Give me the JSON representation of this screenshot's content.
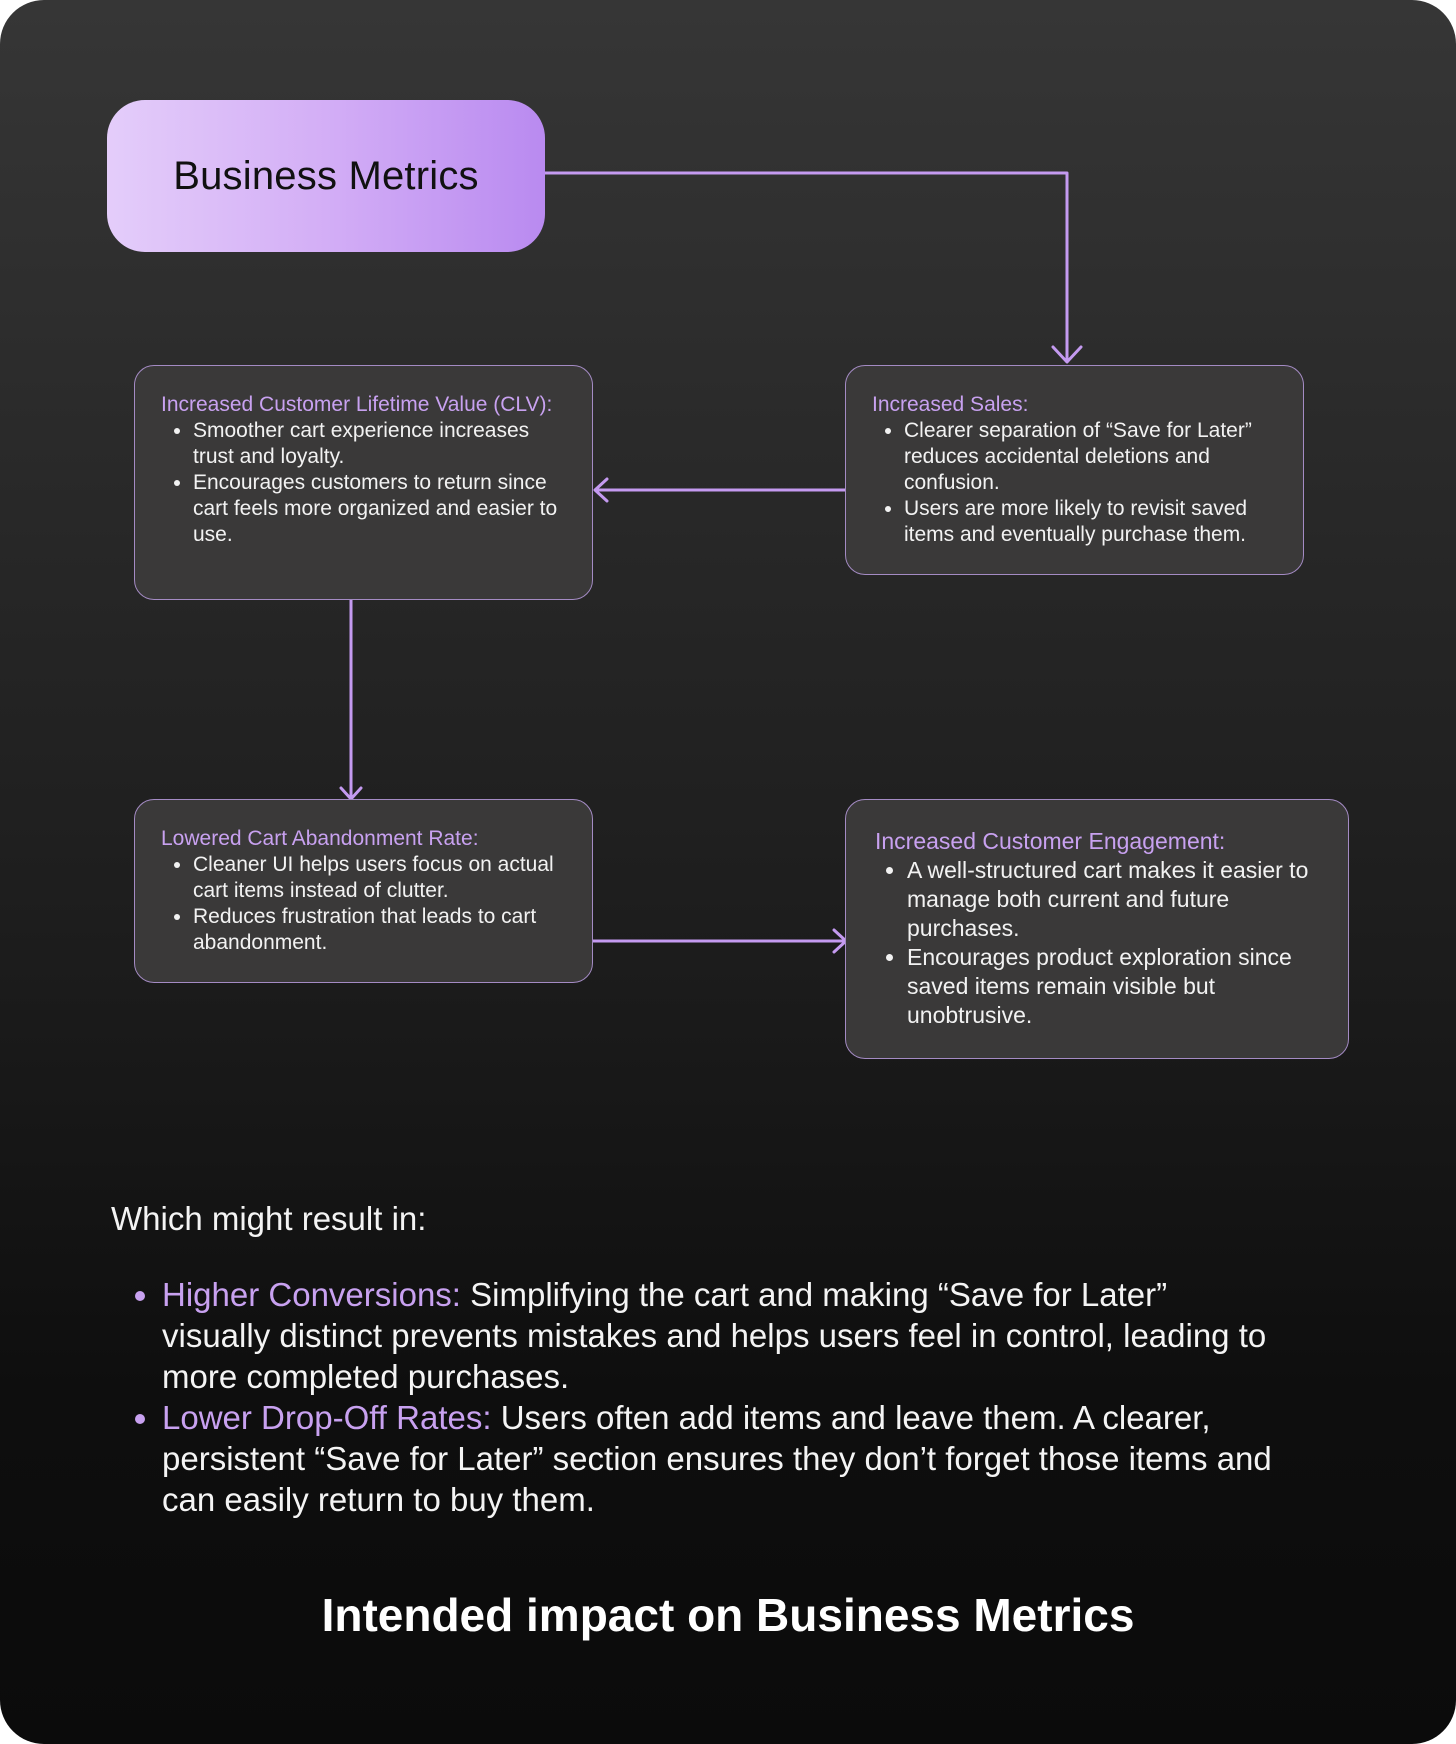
{
  "pill": {
    "label": "Business Metrics"
  },
  "boxes": {
    "clv": {
      "heading": "Increased Customer Lifetime Value (CLV):",
      "items": [
        "Smoother cart experience increases trust and loyalty.",
        "Encourages customers to return since cart feels more organized and easier to use."
      ]
    },
    "sales": {
      "heading": "Increased Sales:",
      "items": [
        "Clearer separation of “Save for Later” reduces accidental deletions and confusion.",
        "Users are more likely to revisit saved items and eventually purchase them."
      ]
    },
    "abandonment": {
      "heading": "Lowered Cart Abandonment Rate:",
      "items": [
        "Cleaner UI helps users focus on actual cart items instead of clutter.",
        "Reduces frustration that leads to cart abandonment."
      ]
    },
    "engagement": {
      "heading": "Increased Customer Engagement:",
      "items": [
        "A well-structured cart makes it easier to manage both current and future purchases.",
        "Encourages product exploration since saved items remain visible but unobtrusive."
      ]
    }
  },
  "results": {
    "intro": "Which might result in:",
    "items": [
      {
        "term": "Higher Conversions:",
        "text": " Simplifying the cart and making “Save for Later” visually distinct prevents mistakes and helps users feel in control, leading to more completed purchases."
      },
      {
        "term": "Lower Drop-Off Rates:",
        "text": " Users often add items and leave them. A clearer, persistent “Save for Later” section ensures they don’t forget those items and can easily return to buy them."
      }
    ]
  },
  "footer": {
    "title": "Intended impact on Business Metrics"
  },
  "colors": {
    "accent": "#c8a1f0",
    "arrow": "#c49af0",
    "box_bg": "#3a3939",
    "box_border": "#a48bc4"
  }
}
